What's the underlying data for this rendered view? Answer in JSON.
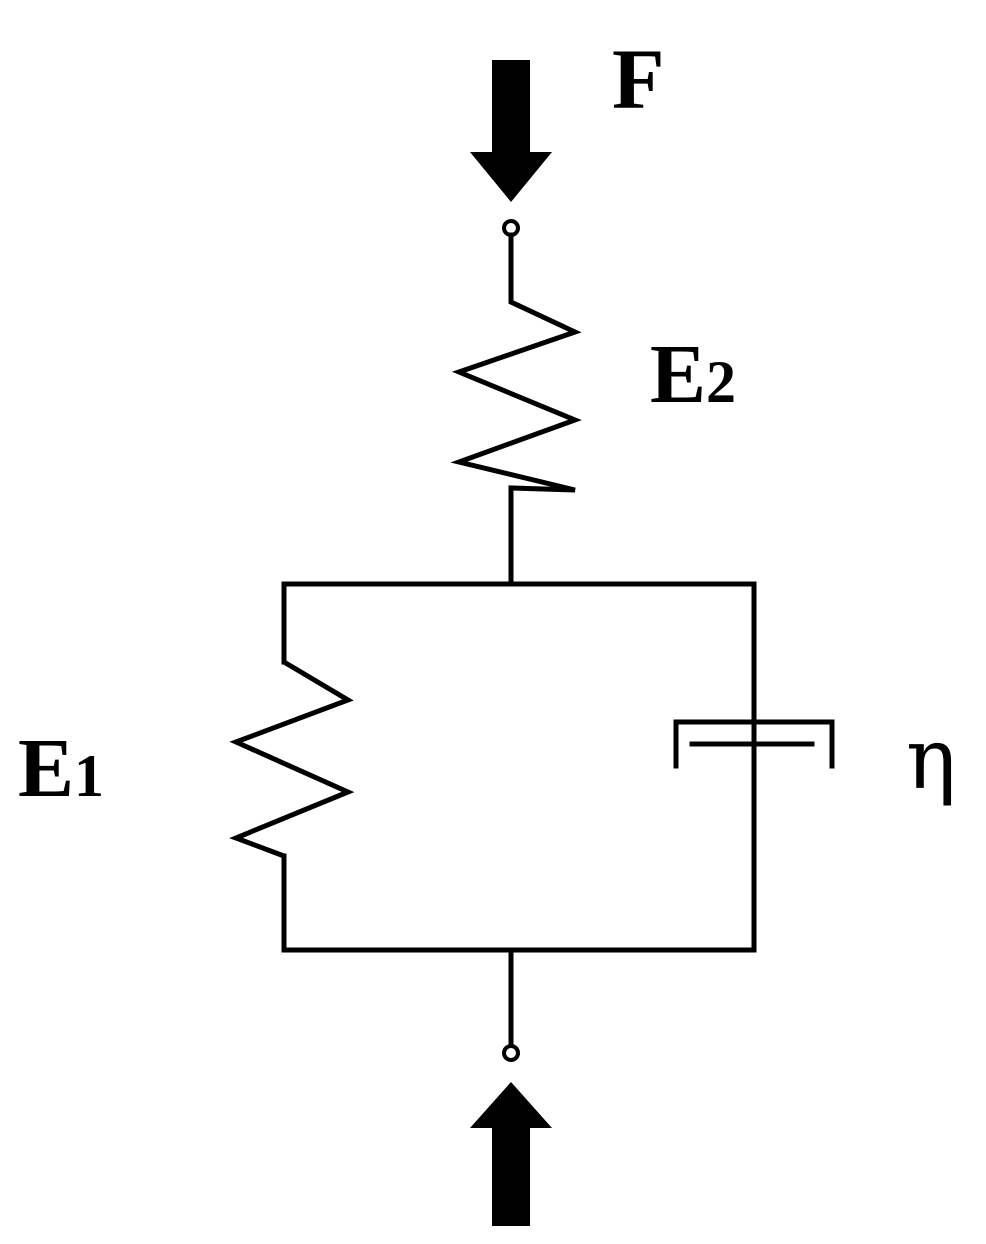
{
  "diagram": {
    "title": "",
    "labels": {
      "force": "F",
      "series_spring": {
        "letter": "E",
        "subscript": "2"
      },
      "parallel_spring": {
        "letter": "E",
        "subscript": "1"
      },
      "dashpot": "η"
    },
    "components": {
      "series_spring": "spring-icon",
      "parallel_spring": "spring-icon",
      "dashpot": "dashpot-icon",
      "force_arrows": [
        "arrow-down-icon",
        "arrow-up-icon"
      ],
      "terminals": [
        "terminal-icon",
        "terminal-icon"
      ]
    },
    "colors": {
      "line": "#000000",
      "background": "#ffffff"
    }
  }
}
